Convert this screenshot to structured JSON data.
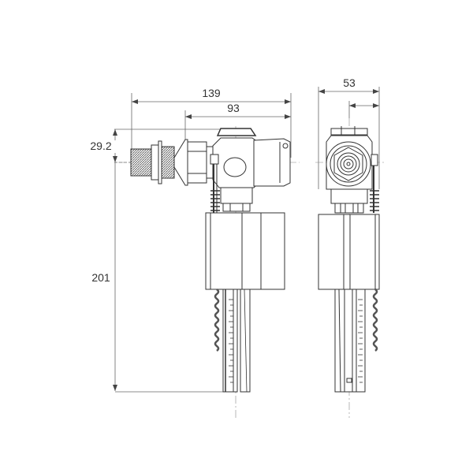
{
  "drawing": {
    "subject": "side-entry toilet fill valve",
    "views": [
      "side view",
      "front view"
    ]
  },
  "dimensions": {
    "overall_width": "139",
    "body_width": "93",
    "inlet_height": "29.2",
    "total_height": "201",
    "front_depth": "53"
  },
  "colors": {
    "line": "#333333",
    "dim_line": "#555555",
    "thread": "#777777"
  }
}
